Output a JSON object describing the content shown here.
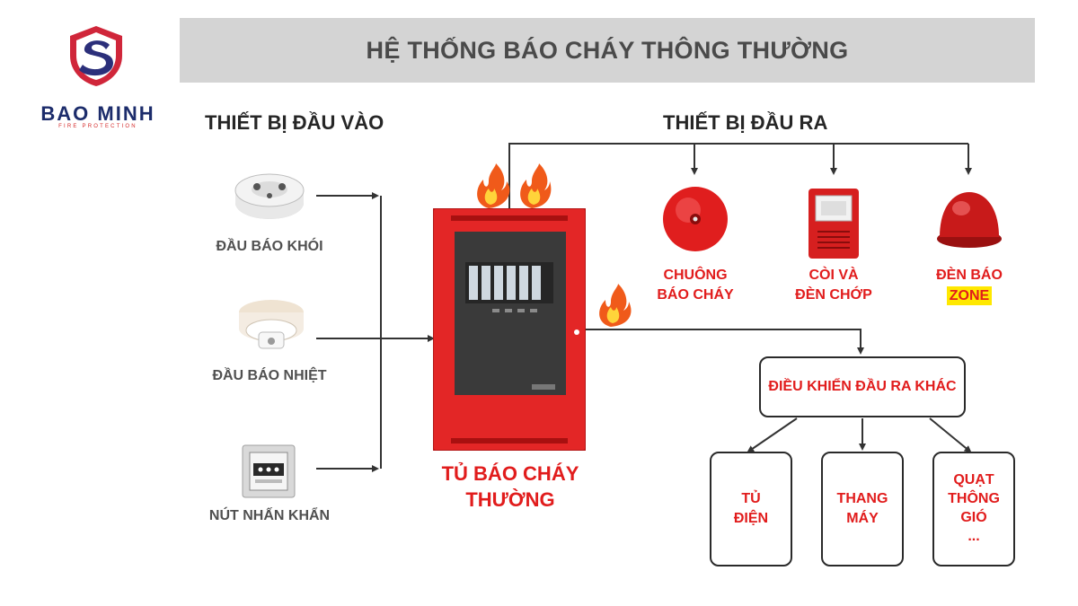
{
  "logo": {
    "brand": "BAO MINH",
    "tagline": "FIRE PROTECTION"
  },
  "title": "HỆ THỐNG BÁO CHÁY THÔNG THƯỜNG",
  "input_section": {
    "heading": "THIẾT BỊ ĐẦU VÀO",
    "devices": [
      {
        "label": "ĐẦU BÁO KHÓI",
        "icon": "smoke-detector-icon"
      },
      {
        "label": "ĐẦU BÁO NHIỆT",
        "icon": "heat-detector-icon"
      },
      {
        "label": "NÚT NHẤN KHẨN",
        "icon": "manual-call-point-icon"
      }
    ]
  },
  "panel": {
    "label_line1": "TỦ BÁO CHÁY",
    "label_line2": "THƯỜNG",
    "icon": "fire-alarm-panel-icon",
    "flame_icon": "flame-icon"
  },
  "output_section": {
    "heading": "THIẾT BỊ ĐẦU RA",
    "devices": [
      {
        "line1": "CHUÔNG",
        "line2": "BÁO CHÁY",
        "icon": "fire-bell-icon"
      },
      {
        "line1": "CÒI VÀ",
        "line2": "ĐÈN CHỚP",
        "icon": "horn-strobe-icon"
      },
      {
        "line1": "ĐÈN BÁO",
        "line2": "ZONE",
        "icon": "zone-beacon-icon"
      }
    ]
  },
  "other_outputs": {
    "label": "ĐIỀU KHIỂN ĐẦU RA KHÁC",
    "items": [
      {
        "line1": "TỦ",
        "line2": "ĐIỆN"
      },
      {
        "line1": "THANG",
        "line2": "MÁY"
      },
      {
        "line1": "QUẠT",
        "line2": "THÔNG",
        "line3": "GIÓ",
        "line4": "..."
      }
    ]
  },
  "colors": {
    "accent_red": "#e11c1c",
    "panel_red": "#e32626",
    "banner_gray": "#d4d4d4",
    "highlight_yellow": "#ffe800",
    "logo_navy": "#1c2c6b"
  }
}
